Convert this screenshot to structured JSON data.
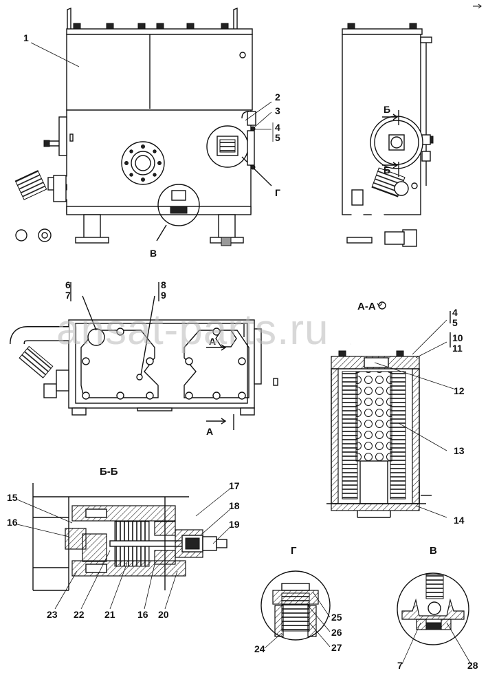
{
  "watermark": "ansat-parts.ru",
  "views": {
    "section_aa": "А-А",
    "section_bb": "Б-Б",
    "detail_g": "Г",
    "detail_v": "В"
  },
  "marks": {
    "cut_a": "А",
    "cut_a_bottom": "А",
    "cut_b_top": "Б",
    "cut_b_bottom": "Б",
    "detail_g_ref": "Г",
    "detail_v_ref": "В"
  },
  "callouts": {
    "c1": "1",
    "c2": "2",
    "c3": "3",
    "c4": "4",
    "c5": "5",
    "c6": "6",
    "c7": "7",
    "c8": "8",
    "c9": "9",
    "c4b": "4",
    "c5b": "5",
    "c10": "10",
    "c11": "11",
    "c12": "12",
    "c13": "13",
    "c14": "14",
    "c15": "15",
    "c16": "16",
    "c17": "17",
    "c18": "18",
    "c19": "19",
    "c23": "23",
    "c22": "22",
    "c21": "21",
    "c16b": "16",
    "c20": "20",
    "c24": "24",
    "c25": "25",
    "c26": "26",
    "c27": "27",
    "c7b": "7",
    "c28": "28"
  },
  "icons": [
    "rotation-arrow-icon",
    "view-arrow-icon"
  ]
}
